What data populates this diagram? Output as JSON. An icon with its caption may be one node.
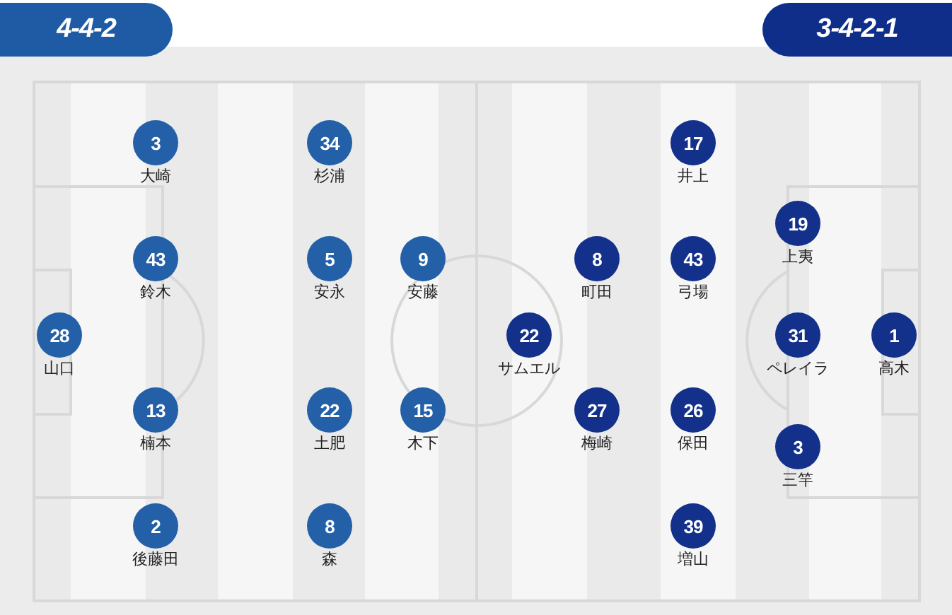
{
  "diagram": {
    "nodes": [
      {
        "text": [
          "4-4-2"
        ]
      },
      {
        "text": [
          "3-4-2-1"
        ]
      },
      {
        "text": [
          "28"
        ],
        "beside": [
          "山口"
        ]
      },
      {
        "text": [
          "3"
        ],
        "beside": [
          "大崎"
        ]
      },
      {
        "text": [
          "43"
        ],
        "beside": [
          "鈴木"
        ]
      },
      {
        "text": [
          "13"
        ],
        "beside": [
          "楠本"
        ]
      },
      {
        "text": [
          "2"
        ],
        "beside": [
          "後藤田"
        ]
      },
      {
        "text": [
          "34"
        ],
        "beside": [
          "杉浦"
        ]
      },
      {
        "text": [
          "5"
        ],
        "beside": [
          "安永"
        ]
      },
      {
        "text": [
          "22"
        ],
        "beside": [
          "土肥"
        ]
      },
      {
        "text": [
          "8"
        ],
        "beside": [
          "森"
        ]
      },
      {
        "text": [
          "9"
        ],
        "beside": [
          "安藤"
        ]
      },
      {
        "text": [
          "15"
        ],
        "beside": [
          "木下"
        ]
      },
      {
        "text": [
          "22"
        ],
        "beside": [
          "サムエル"
        ]
      },
      {
        "text": [
          "8"
        ],
        "beside": [
          "町田"
        ]
      },
      {
        "text": [
          "27"
        ],
        "beside": [
          "梅崎"
        ]
      },
      {
        "text": [
          "17"
        ],
        "beside": [
          "井上"
        ]
      },
      {
        "text": [
          "43"
        ],
        "beside": [
          "弓場"
        ]
      },
      {
        "text": [
          "26"
        ],
        "beside": [
          "保田"
        ]
      },
      {
        "text": [
          "39"
        ],
        "beside": [
          "増山"
        ]
      },
      {
        "text": [
          "19"
        ],
        "beside": [
          "上夷"
        ]
      },
      {
        "text": [
          "31"
        ],
        "beside": [
          "ペレイラ"
        ]
      },
      {
        "text": [
          "3"
        ],
        "beside": [
          "三竿"
        ]
      },
      {
        "text": [
          "1"
        ],
        "beside": [
          "高木"
        ]
      }
    ]
  }
}
